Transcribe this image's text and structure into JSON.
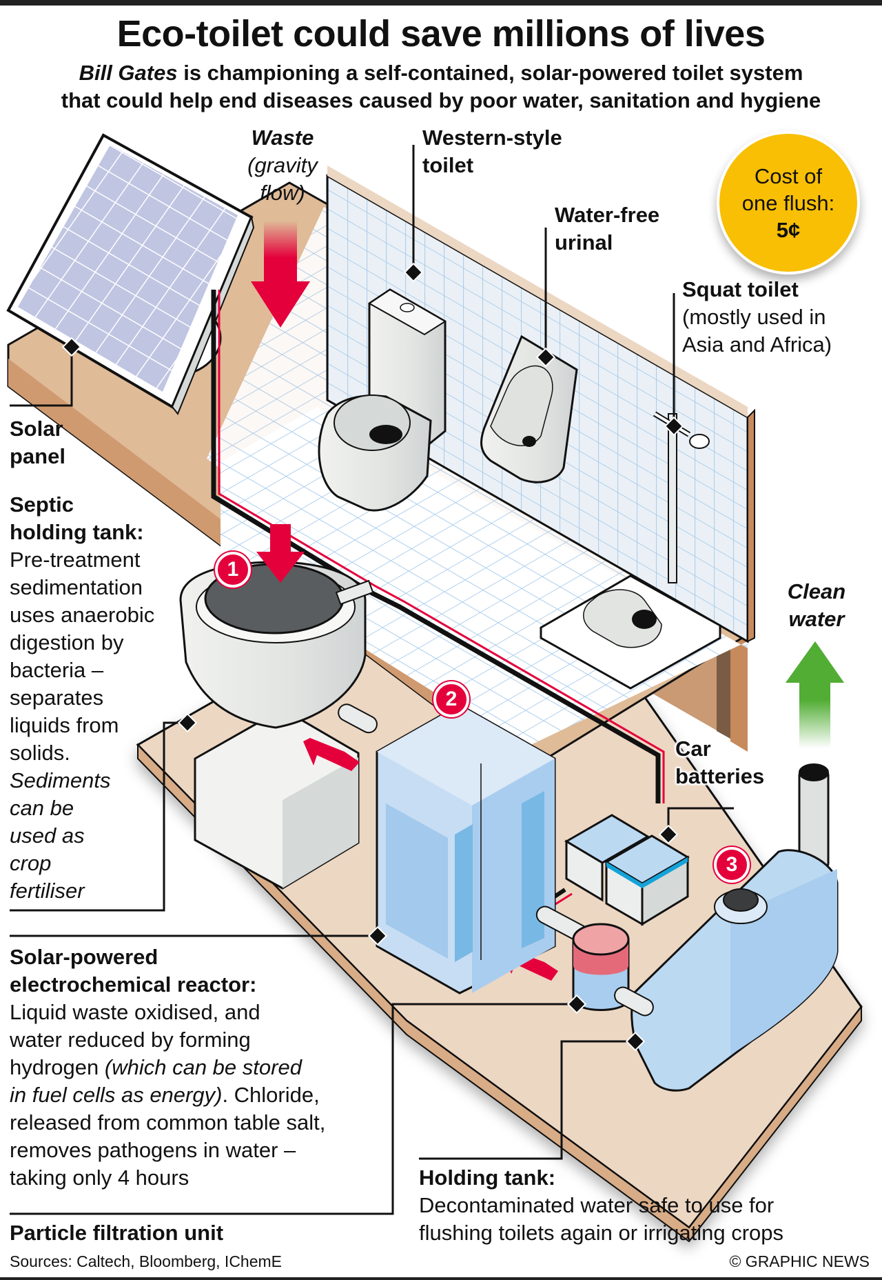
{
  "header": {
    "title": "Eco-toilet could save millions of lives",
    "subtitle_italic": "Bill Gates",
    "subtitle_line1_rest": " is championing a self-contained, solar-powered toilet system",
    "subtitle_line2": "that could help end diseases caused by poor water, sanitation and hygiene"
  },
  "cost_badge": {
    "line1": "Cost of",
    "line2": "one flush:",
    "value": "5¢"
  },
  "labels": {
    "waste": {
      "title": "Waste",
      "line2": "(gravity",
      "line3": "flow)"
    },
    "western_toilet": {
      "line1": "Western-style",
      "line2": "toilet"
    },
    "urinal": {
      "line1": "Water-free",
      "line2": "urinal"
    },
    "squat_toilet": {
      "title": "Squat toilet",
      "line2": "(mostly used in",
      "line3": "Asia and Africa)"
    },
    "solar_panel": {
      "line1": "Solar",
      "line2": "panel"
    },
    "clean_water": {
      "line1": "Clean",
      "line2": "water"
    },
    "car_batteries": {
      "line1": "Car",
      "line2": "batteries"
    }
  },
  "septic": {
    "title1": "Septic",
    "title2": "holding tank:",
    "lines": [
      "Pre-treatment",
      "sedimentation",
      "uses anaerobic",
      "digestion by",
      "bacteria –",
      "separates",
      "liquids from",
      "solids."
    ],
    "italic_lines": [
      "Sediments",
      "can be",
      "used as",
      "crop",
      "fertiliser"
    ]
  },
  "reactor": {
    "title1": "Solar-powered",
    "title2": "electrochemical reactor:",
    "line1": "Liquid waste oxidised, and",
    "line2": "water reduced by forming",
    "line3_normal": "hydrogen ",
    "line3_italic": "(which can be stored",
    "line4_italic": "in fuel cells as energy)",
    "line4_normal": ". Chloride,",
    "line5": "released from common table salt,",
    "line6": "removes pathogens in water –",
    "line7": "taking only 4 hours"
  },
  "particle_filtration": {
    "title": "Particle filtration unit"
  },
  "holding_tank": {
    "title": "Holding tank:",
    "line1": "Decontaminated water safe to use for",
    "line2": "flushing toilets again or irrigating crops"
  },
  "steps": [
    "1",
    "2",
    "3"
  ],
  "footer": {
    "sources": "Sources: Caltech, Bloomberg, IChemE",
    "credit": "© GRAPHIC NEWS"
  },
  "colors": {
    "accent_red": "#e4003b",
    "clean_green": "#52ad35",
    "cost_yellow": "#f9bf05",
    "wood": "#d9ac87",
    "tile": "#eaf0f5",
    "tank_blue": "#bcd9f2"
  }
}
